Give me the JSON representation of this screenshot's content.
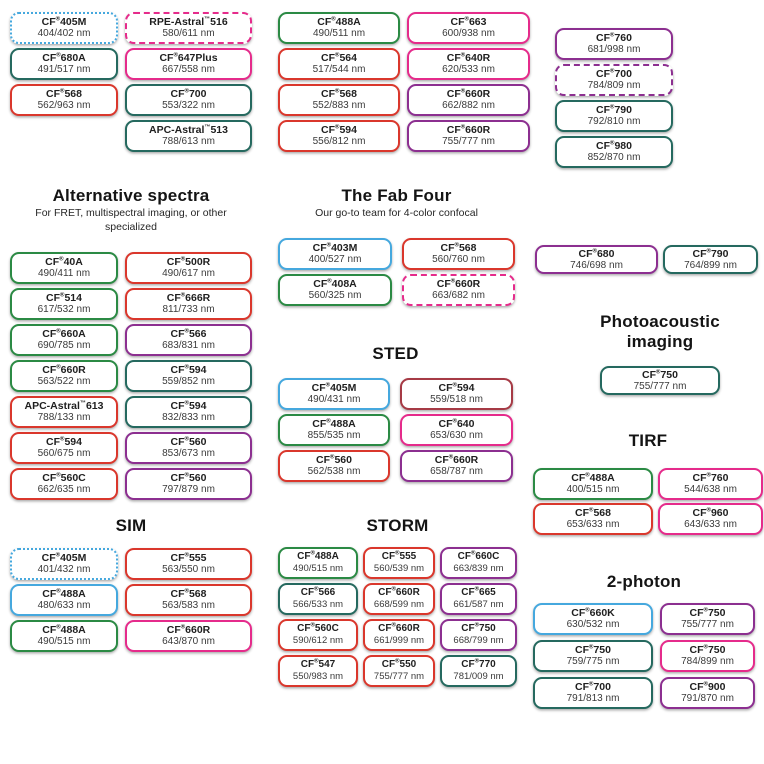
{
  "colors": {
    "blue": "#45A8DE",
    "pink": "#E52B8B",
    "red": "#DA372C",
    "green": "#2B8A44",
    "teal": "#25695F",
    "purple": "#8C2F90",
    "maroon": "#A63A45"
  },
  "sections": [
    {
      "id": "top-left-group",
      "columns": [
        [
          {
            "name": "CF®405M",
            "value": "404/402 nm",
            "color": "blue",
            "style": "dotted"
          },
          {
            "name": "CF®680A",
            "value": "491/517 nm",
            "color": "teal"
          },
          {
            "name": "CF®568",
            "value": "562/963 nm",
            "color": "red"
          }
        ],
        [
          {
            "name": "RPE-Astral™516",
            "value": "580/611 nm",
            "color": "pink",
            "style": "dashed"
          },
          {
            "name": "CF®647Plus",
            "value": "667/558 nm",
            "color": "pink"
          },
          {
            "name": "CF®700",
            "value": "553/322 nm",
            "color": "teal"
          },
          {
            "name": "APC-Astral™513",
            "value": "788/613 nm",
            "color": "teal"
          }
        ]
      ]
    },
    {
      "id": "top-middle-group",
      "columns": [
        [
          {
            "name": "CF®488A",
            "value": "490/511 nm",
            "color": "green"
          },
          {
            "name": "CF®564",
            "value": "517/544 nm",
            "color": "red"
          },
          {
            "name": "CF®568",
            "value": "552/883 nm",
            "color": "red"
          },
          {
            "name": "CF®594",
            "value": "556/812 nm",
            "color": "red"
          }
        ],
        [
          {
            "name": "CF®663",
            "value": "600/938 nm",
            "color": "pink"
          },
          {
            "name": "CF®640R",
            "value": "620/533 nm",
            "color": "pink"
          },
          {
            "name": "CF®660R",
            "value": "662/882 nm",
            "color": "purple"
          },
          {
            "name": "CF®660R",
            "value": "755/777 nm",
            "color": "purple"
          }
        ]
      ]
    },
    {
      "id": "top-right-group",
      "columns": [
        [
          {
            "name": "CF®760",
            "value": "681/998 nm",
            "color": "purple"
          },
          {
            "name": "CF®700",
            "value": "784/809 nm",
            "color": "purple",
            "style": "dashed"
          },
          {
            "name": "CF®790",
            "value": "792/810 nm",
            "color": "teal"
          },
          {
            "name": "CF®980",
            "value": "852/870 nm",
            "color": "teal"
          }
        ]
      ]
    },
    {
      "id": "alternative-spectra",
      "title": "Alternative spectra",
      "subtitle": "For FRET, multispectral imaging, or other specialized",
      "columns": [
        [
          {
            "name": "CF®40A",
            "value": "490/411 nm",
            "color": "green"
          },
          {
            "name": "CF®514",
            "value": "617/532 nm",
            "color": "green"
          },
          {
            "name": "CF®660A",
            "value": "690/785 nm",
            "color": "green"
          },
          {
            "name": "CF®660R",
            "value": "563/522 nm",
            "color": "green"
          },
          {
            "name": "APC-Astral™613",
            "value": "788/133 nm",
            "color": "red"
          },
          {
            "name": "CF®594",
            "value": "560/675 nm",
            "color": "red"
          },
          {
            "name": "CF®560C",
            "value": "662/635 nm",
            "color": "red"
          }
        ],
        [
          {
            "name": "CF®500R",
            "value": "490/617 nm",
            "color": "red"
          },
          {
            "name": "CF®666R",
            "value": "811/733 nm",
            "color": "red"
          },
          {
            "name": "CF®566",
            "value": "683/831 nm",
            "color": "purple"
          },
          {
            "name": "CF®594",
            "value": "559/852 nm",
            "color": "teal"
          },
          {
            "name": "CF®594",
            "value": "832/833 nm",
            "color": "teal"
          },
          {
            "name": "CF®560",
            "value": "853/673 nm",
            "color": "purple"
          },
          {
            "name": "CF®560",
            "value": "797/879 nm",
            "color": "purple"
          }
        ]
      ]
    },
    {
      "id": "fab-four",
      "title": "The Fab Four",
      "subtitle": "Our go-to team for 4-color confocal",
      "columns": [
        [
          {
            "name": "CF®403M",
            "value": "400/527 nm",
            "color": "blue"
          },
          {
            "name": "CF®408A",
            "value": "560/325 nm",
            "color": "green"
          }
        ],
        [
          {
            "name": "CF®568",
            "value": "560/760 nm",
            "color": "red"
          },
          {
            "name": "CF®660R",
            "value": "663/682 nm",
            "color": "pink",
            "style": "dashed"
          }
        ]
      ]
    },
    {
      "id": "sted",
      "title": "STED",
      "columns": [
        [
          {
            "name": "CF®405M",
            "value": "490/431 nm",
            "color": "blue"
          },
          {
            "name": "CF®488A",
            "value": "855/535 nm",
            "color": "green"
          },
          {
            "name": "CF®560",
            "value": "562/538 nm",
            "color": "red"
          }
        ],
        [
          {
            "name": "CF®594",
            "value": "559/518 nm",
            "color": "maroon"
          },
          {
            "name": "CF®640",
            "value": "653/630 nm",
            "color": "pink"
          },
          {
            "name": "CF®660R",
            "value": "658/787 nm",
            "color": "purple"
          }
        ]
      ]
    },
    {
      "id": "sim",
      "title": "SIM",
      "columns": [
        [
          {
            "name": "CF®405M",
            "value": "401/432 nm",
            "color": "blue",
            "style": "dotted"
          },
          {
            "name": "CF®488A",
            "value": "480/633 nm",
            "color": "blue"
          },
          {
            "name": "CF®488A",
            "value": "490/515 nm",
            "color": "green"
          }
        ],
        [
          {
            "name": "CF®555",
            "value": "563/550 nm",
            "color": "red"
          },
          {
            "name": "CF®568",
            "value": "563/583 nm",
            "color": "red"
          },
          {
            "name": "CF®660R",
            "value": "643/870 nm",
            "color": "pink"
          }
        ]
      ]
    },
    {
      "id": "storm",
      "title": "STORM",
      "columns": [
        [
          {
            "name": "CF®488A",
            "value": "490/515 nm",
            "color": "green"
          },
          {
            "name": "CF®566",
            "value": "566/533 nm",
            "color": "teal"
          },
          {
            "name": "CF®560C",
            "value": "590/612 nm",
            "color": "red"
          },
          {
            "name": "CF®547",
            "value": "550/983 nm",
            "color": "red"
          }
        ],
        [
          {
            "name": "CF®555",
            "value": "560/539 nm",
            "color": "red"
          },
          {
            "name": "CF®660R",
            "value": "668/599 nm",
            "color": "red"
          },
          {
            "name": "CF®660R",
            "value": "661/999 nm",
            "color": "red"
          },
          {
            "name": "CF®550",
            "value": "755/777 nm",
            "color": "red"
          }
        ],
        [
          {
            "name": "CF®660C",
            "value": "663/839 nm",
            "color": "purple"
          },
          {
            "name": "CF®665",
            "value": "661/587 nm",
            "color": "purple"
          },
          {
            "name": "CF®750",
            "value": "668/799 nm",
            "color": "purple"
          },
          {
            "name": "CF®770",
            "value": "781/009 nm",
            "color": "teal"
          }
        ]
      ]
    },
    {
      "id": "pair-680-790",
      "columns": [
        [
          {
            "name": "CF®680",
            "value": "746/698 nm",
            "color": "purple"
          }
        ],
        [
          {
            "name": "CF®790",
            "value": "764/899 nm",
            "color": "teal"
          }
        ]
      ]
    },
    {
      "id": "photoacoustic-imaging",
      "title": "Photoacoustic imaging",
      "columns": [
        [
          {
            "name": "CF®750",
            "value": "755/777 nm",
            "color": "teal"
          }
        ]
      ]
    },
    {
      "id": "tirf",
      "title": "TIRF",
      "columns": [
        [
          {
            "name": "CF®488A",
            "value": "400/515 nm",
            "color": "green"
          },
          {
            "name": "CF®568",
            "value": "653/633 nm",
            "color": "red"
          }
        ],
        [
          {
            "name": "CF®760",
            "value": "544/638 nm",
            "color": "pink"
          },
          {
            "name": "CF®960",
            "value": "643/633 nm",
            "color": "pink"
          }
        ]
      ]
    },
    {
      "id": "two-photon",
      "title": "2-photon",
      "columns": [
        [
          {
            "name": "CF®660K",
            "value": "630/532 nm",
            "color": "blue"
          },
          {
            "name": "CF®750",
            "value": "759/775 nm",
            "color": "teal"
          },
          {
            "name": "CF®700",
            "value": "791/813 nm",
            "color": "teal"
          }
        ],
        [
          {
            "name": "CF®750",
            "value": "755/777 nm",
            "color": "purple"
          },
          {
            "name": "CF®750",
            "value": "784/899 nm",
            "color": "pink"
          },
          {
            "name": "CF®900",
            "value": "791/870 nm",
            "color": "purple"
          }
        ]
      ]
    }
  ]
}
